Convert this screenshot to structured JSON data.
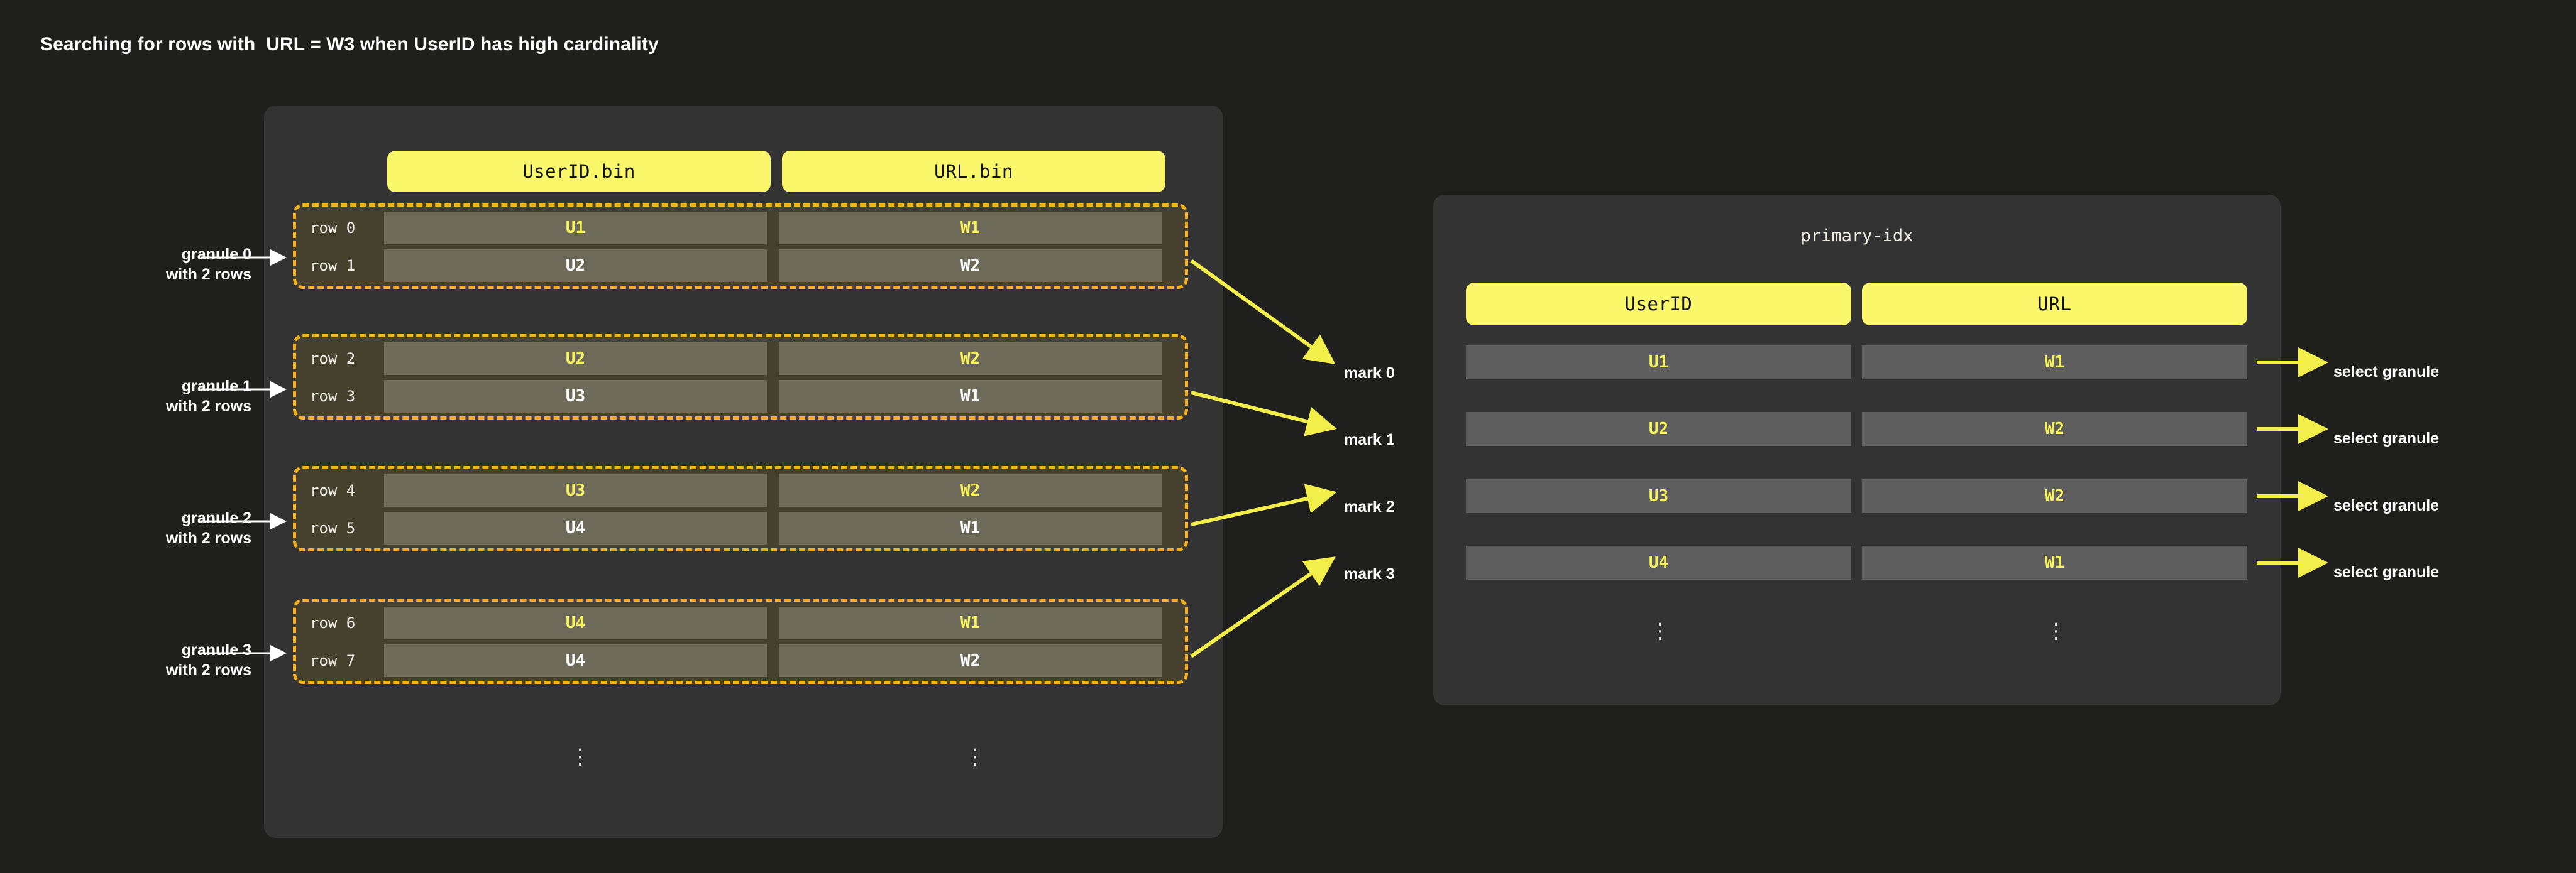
{
  "title": "Searching for rows with  URL = W3 when UserID has high cardinality",
  "colors": {
    "page_bg": "#1f1f1d",
    "panel_bg": "#333333",
    "accent_yellow": "#faf86a",
    "arrow_yellow": "#f2ee4a",
    "granule_border": "#f5b21e",
    "granule_bg": "#46402e",
    "cell_bg": "#6e6a59",
    "idx_cell_bg": "#5e5e5e",
    "highlight_text": "#f7f35c",
    "text": "#ffffff"
  },
  "data_panel": {
    "columns": [
      "UserID.bin",
      "URL.bin"
    ],
    "rows": [
      {
        "label": "row 0",
        "userid": "U1",
        "url": "W1",
        "highlight": true
      },
      {
        "label": "row 1",
        "userid": "U2",
        "url": "W2",
        "highlight": false
      },
      {
        "label": "row 2",
        "userid": "U2",
        "url": "W2",
        "highlight": true
      },
      {
        "label": "row 3",
        "userid": "U3",
        "url": "W1",
        "highlight": false
      },
      {
        "label": "row 4",
        "userid": "U3",
        "url": "W2",
        "highlight": true
      },
      {
        "label": "row 5",
        "userid": "U4",
        "url": "W1",
        "highlight": false
      },
      {
        "label": "row 6",
        "userid": "U4",
        "url": "W1",
        "highlight": true
      },
      {
        "label": "row 7",
        "userid": "U4",
        "url": "W2",
        "highlight": false
      }
    ],
    "ellipsis": "⋮"
  },
  "granule_notes": [
    {
      "line1": "granule 0",
      "line2": "with 2 rows"
    },
    {
      "line1": "granule 1",
      "line2": "with 2 rows"
    },
    {
      "line1": "granule 2",
      "line2": "with 2 rows"
    },
    {
      "line1": "granule 3",
      "line2": "with 2 rows"
    }
  ],
  "marks": [
    {
      "label": "mark 0"
    },
    {
      "label": "mark 1"
    },
    {
      "label": "mark 2"
    },
    {
      "label": "mark 3"
    }
  ],
  "index_panel": {
    "title": "primary-idx",
    "columns": [
      "UserID",
      "URL"
    ],
    "rows": [
      {
        "userid": "U1",
        "url": "W1"
      },
      {
        "userid": "U2",
        "url": "W2"
      },
      {
        "userid": "U3",
        "url": "W2"
      },
      {
        "userid": "U4",
        "url": "W1"
      }
    ],
    "ellipsis": "⋮"
  },
  "select_notes": [
    {
      "label": "select granule"
    },
    {
      "label": "select granule"
    },
    {
      "label": "select granule"
    },
    {
      "label": "select granule"
    }
  ]
}
